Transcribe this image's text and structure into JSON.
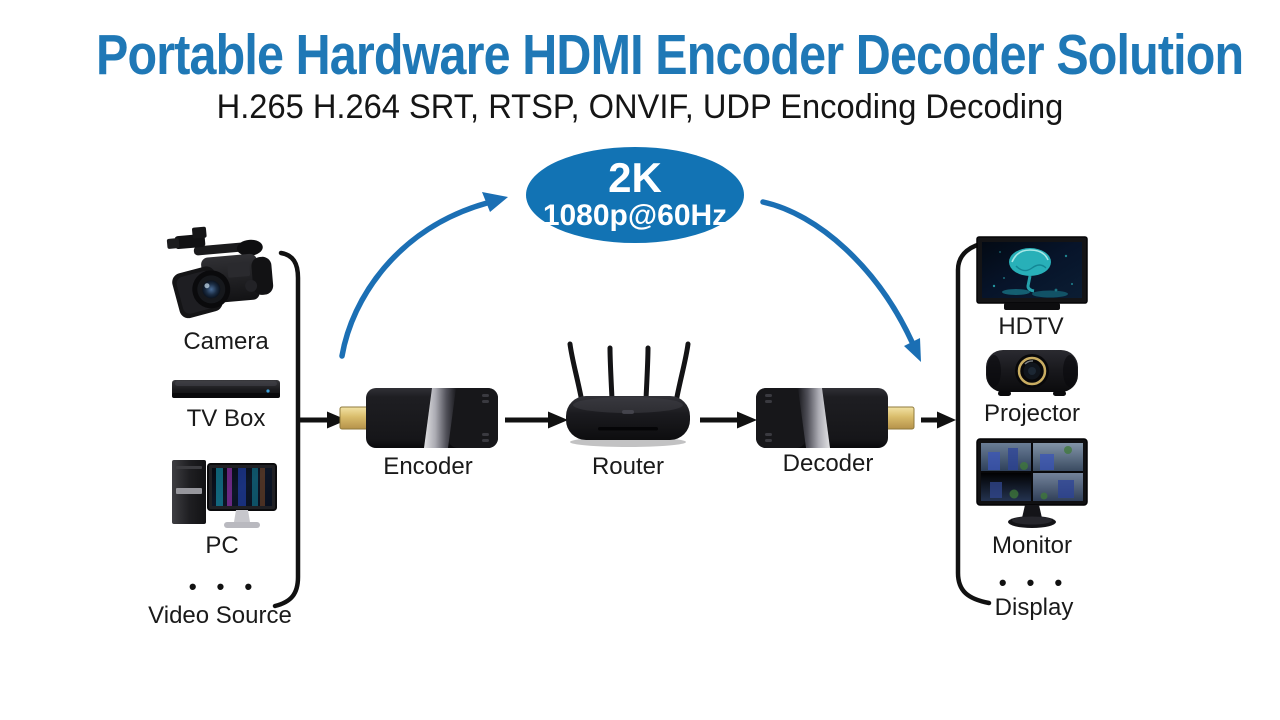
{
  "title": "Portable Hardware HDMI Encoder Decoder Solution",
  "subtitle": "H.265 H.264 SRT, RTSP, ONVIF, UDP Encoding Decoding",
  "badge": {
    "resolution": "2K",
    "format": "1080p@60Hz"
  },
  "colors": {
    "accent_blue": "#1f78b6",
    "badge_blue": "#1273b4",
    "arrow_blue": "#1b6fb4",
    "ink": "#111111"
  },
  "sources": {
    "items": [
      {
        "label": "Camera",
        "icon": "camcorder-image"
      },
      {
        "label": "TV Box",
        "icon": "tv-box-image"
      },
      {
        "label": "PC",
        "icon": "desktop-pc-image"
      }
    ],
    "more_dots": "• • •",
    "group_label": "Video Source"
  },
  "pipeline": {
    "encoder": {
      "label": "Encoder",
      "icon": "hdmi-encoder-dongle-image"
    },
    "router": {
      "label": "Router",
      "icon": "wifi-router-image"
    },
    "decoder": {
      "label": "Decoder",
      "icon": "hdmi-decoder-dongle-image"
    }
  },
  "displays": {
    "items": [
      {
        "label": "HDTV",
        "icon": "hdtv-image"
      },
      {
        "label": "Projector",
        "icon": "projector-image"
      },
      {
        "label": "Monitor",
        "icon": "cctv-monitor-image"
      }
    ],
    "more_dots": "• • •",
    "group_label": "Display"
  }
}
